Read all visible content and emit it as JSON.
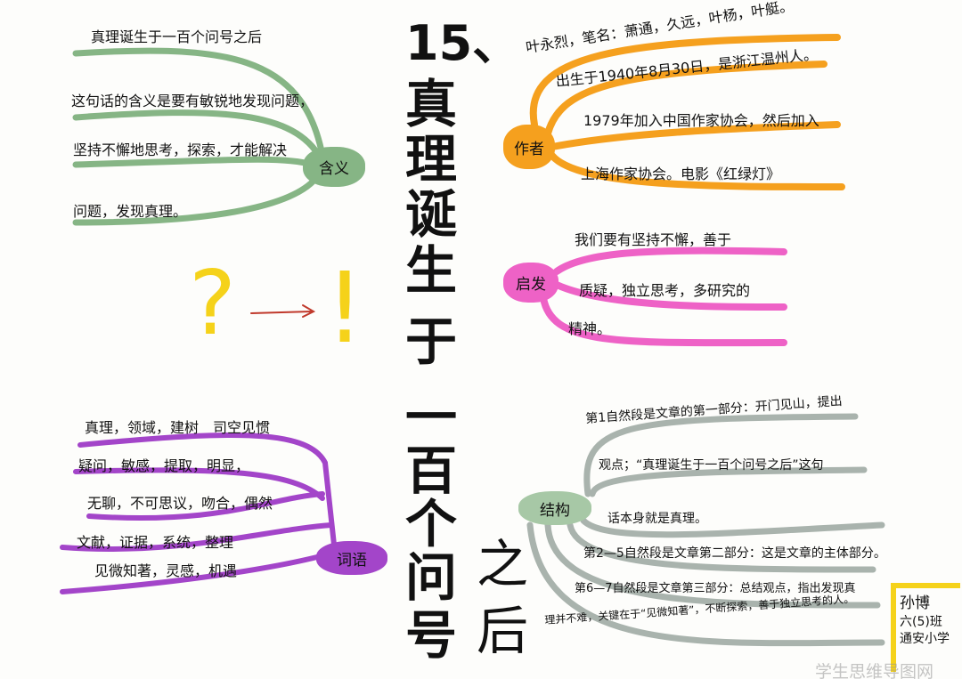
{
  "title": {
    "number": "15、",
    "chars": [
      "真",
      "理",
      "诞",
      "生",
      "于",
      "一",
      "百",
      "个",
      "问",
      "号"
    ],
    "tail": [
      "之",
      "后"
    ]
  },
  "colors": {
    "meaning": "#86b585",
    "author": "#f5a01e",
    "inspiration": "#ee62c6",
    "words": "#a345c9",
    "structure": "#a9b3ad",
    "yellow": "#f5d21a",
    "arrow": "#c0392b"
  },
  "meaning": {
    "label": "含义",
    "items": [
      "真理诞生于一百个问号之后",
      "这句话的含义是要有敏锐地发现问题，",
      "坚持不懈地思考，探索，才能解决",
      "问题，发现真理。"
    ]
  },
  "author": {
    "label": "作者",
    "items": [
      "叶永烈，笔名：萧通，久远，叶杨，叶艇。",
      "出生于1940年8月30日，是浙江温州人。",
      "1979年加入中国作家协会，然后加入",
      "上海作家协会。电影《红绿灯》"
    ]
  },
  "inspiration": {
    "label": "启发",
    "items": [
      "我们要有坚持不懈，善于",
      "质疑，独立思考，多研究的",
      "精神。"
    ]
  },
  "words": {
    "label": "词语",
    "items": [
      "真理，领域，建树　司空见惯",
      "疑问，敏感，提取，明显，",
      "无聊，不可思议，吻合，偶然",
      "文献，证据，系统，整理",
      "见微知著，灵感，机遇"
    ]
  },
  "structure": {
    "label": "结构",
    "items": [
      "第1自然段是文章的第一部分：开门见山，提出",
      "观点；“真理诞生于一百个问号之后”这句",
      "话本身就是真理。",
      "第2—5自然段是文章第二部分：这是文章的主体部分。",
      "第6—7自然段是文章第三部分：总结观点，指出发现真",
      "理并不难，关键在于“见微知著”，不断探索，善于独立思考的人。"
    ]
  },
  "symbols": {
    "question": "?",
    "arrow": "——>",
    "exclaim": "!"
  },
  "signature": {
    "name": "孙博",
    "class": "六(5)班",
    "school": "通安小学"
  },
  "watermark": "学生思维导图网"
}
